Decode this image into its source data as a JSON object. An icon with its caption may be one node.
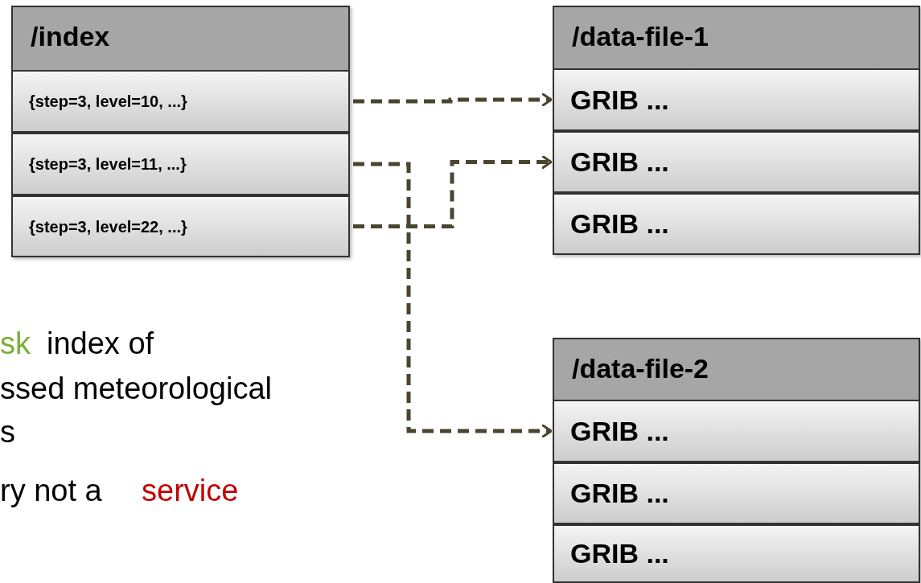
{
  "diagram": {
    "nodes": [
      {
        "text": [
          "/index"
        ]
      },
      {
        "text": [
          "{step=3, level=10, ...}"
        ],
        "in": 0
      },
      {
        "text": [
          "{step=3, level=11, ...}"
        ],
        "in": 0
      },
      {
        "text": [
          "{step=3, level=22, ...}"
        ],
        "in": 0
      },
      {
        "text": [
          "/data-file-1"
        ]
      },
      {
        "text": [
          "GRIB ..."
        ],
        "in": 4
      },
      {
        "text": [
          "GRIB ..."
        ],
        "in": 4
      },
      {
        "text": [
          "GRIB ..."
        ],
        "in": 4
      },
      {
        "text": [
          "/data-file-2"
        ]
      },
      {
        "text": [
          "GRIB ..."
        ],
        "in": 8
      },
      {
        "text": [
          "GRIB ..."
        ],
        "in": 8
      },
      {
        "text": [
          "GRIB ..."
        ],
        "in": 8
      }
    ],
    "edges": [
      {
        "from": 1,
        "to": 5,
        "arrow": "to",
        "style": "dashed"
      },
      {
        "from": 2,
        "to": 9,
        "arrow": "to",
        "style": "dashed"
      },
      {
        "from": 3,
        "to": 6,
        "arrow": "to",
        "style": "dashed"
      }
    ],
    "labels": [
      "sk",
      "index of",
      "ssed meteorological",
      "s",
      "ry not a",
      "service"
    ]
  }
}
